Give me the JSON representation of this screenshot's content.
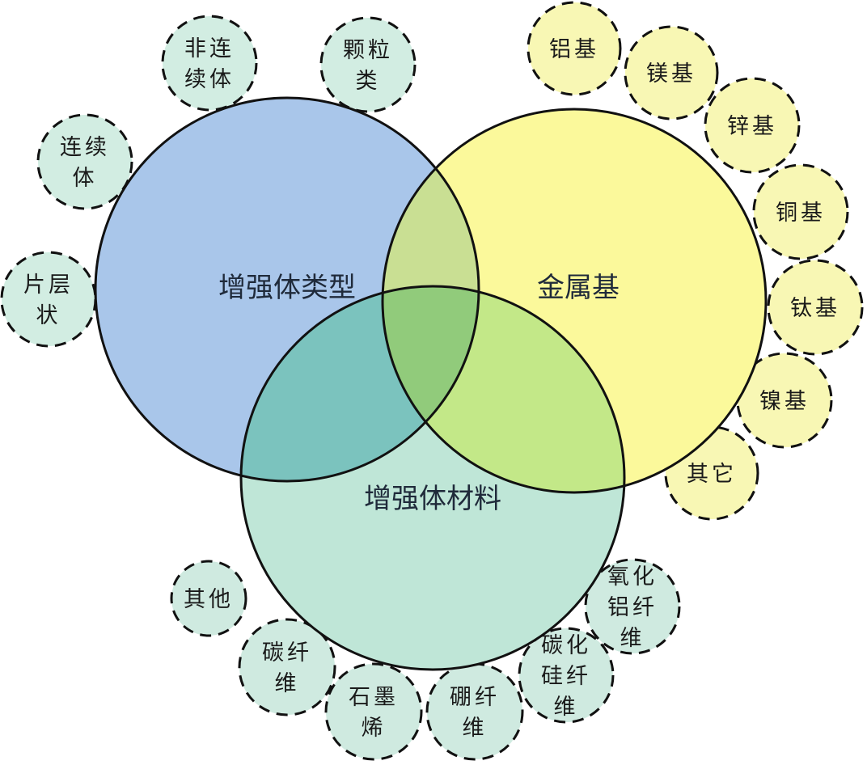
{
  "diagram": {
    "type": "venn",
    "sets": [
      {
        "id": "reinforcement-type",
        "label": "增强体类型",
        "color": "#a9c6ea",
        "satellites": [
          {
            "lines": [
              "非连",
              "续体"
            ]
          },
          {
            "lines": [
              "颗粒",
              "类"
            ]
          },
          {
            "lines": [
              "连续",
              "体"
            ]
          },
          {
            "lines": [
              "片层",
              "状"
            ]
          }
        ],
        "satellite_color": "#d2ede2"
      },
      {
        "id": "metal-matrix",
        "label": "金属基",
        "color": "#fbf99b",
        "satellites": [
          {
            "lines": [
              "铝基"
            ]
          },
          {
            "lines": [
              "镁基"
            ]
          },
          {
            "lines": [
              "锌基"
            ]
          },
          {
            "lines": [
              "铜基"
            ]
          },
          {
            "lines": [
              "钛基"
            ]
          },
          {
            "lines": [
              "镍基"
            ]
          },
          {
            "lines": [
              "其它"
            ]
          }
        ],
        "satellite_color": "#f8f7b4"
      },
      {
        "id": "reinforcement-material",
        "label": "增强体材料",
        "color": "#bfe6d7",
        "satellites": [
          {
            "lines": [
              "其他"
            ]
          },
          {
            "lines": [
              "碳纤",
              "维"
            ]
          },
          {
            "lines": [
              "石墨",
              "烯"
            ]
          },
          {
            "lines": [
              "硼纤",
              "维"
            ]
          },
          {
            "lines": [
              "碳化",
              "硅纤",
              "维"
            ]
          },
          {
            "lines": [
              "氧化",
              "铝纤",
              "维"
            ]
          }
        ],
        "satellite_color": "#cfeae0"
      }
    ],
    "overlap_colors": {
      "type_metal": "#c9df93",
      "type_material": "#7bc3be",
      "metal_material": "#c3e888",
      "all_three": "#91cb7b"
    },
    "outline_color": "#111111"
  }
}
